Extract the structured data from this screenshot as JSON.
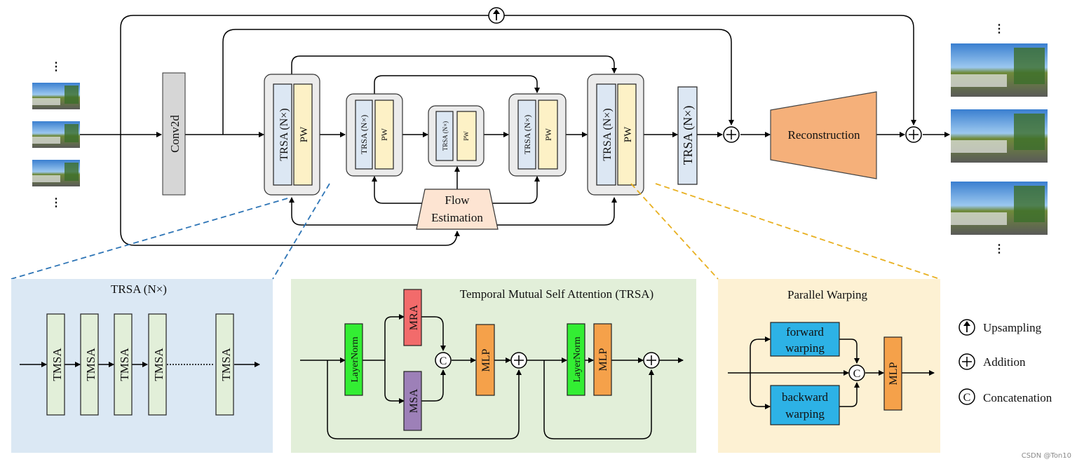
{
  "main": {
    "conv": "Conv2d",
    "trsa_n": "TRSA (N×)",
    "trsa_n_tight": "TRSA (N×)",
    "pw": "PW",
    "flow_line1": "Flow",
    "flow_line2": "Estimation",
    "reconstruction": "Reconstruction",
    "ellipsis": "⋮"
  },
  "panels": {
    "trsa": {
      "title": "TRSA (N×)",
      "block": "TMSA"
    },
    "tmsa": {
      "title": "Temporal Mutual Self Attention (TRSA)",
      "layernorm": "LayerNorm",
      "mra": "MRA",
      "msa": "MSA",
      "mlp": "MLP",
      "concat": "C"
    },
    "pw": {
      "title": "Parallel Warping",
      "forward_line1": "forward",
      "forward_line2": "warping",
      "backward_line1": "backward",
      "backward_line2": "warping",
      "mlp": "MLP",
      "concat": "C"
    }
  },
  "legend": {
    "upsampling": "Upsampling",
    "addition": "Addition",
    "concatenation": "Concatenation",
    "concat_symbol": "C"
  },
  "watermark": "CSDN @Ton10",
  "colors": {
    "conv": "#d6d6d6",
    "trsa_block": "#dce7f3",
    "pw_block": "#fdf1c6",
    "container": "#ebebeb",
    "flow": "#fde4d2",
    "reconstruction": "#f5b07a",
    "panel_trsa": "#dbe8f4",
    "panel_tmsa": "#e2efd9",
    "panel_pw": "#fdf1d3",
    "tmsa_block": "#e2efd9",
    "layernorm": "#33ee33",
    "mra": "#f26b6b",
    "msa": "#9d80b8",
    "mlp": "#f5a14a",
    "warp": "#2db2e6",
    "dash_blue": "#2e75b6",
    "dash_orange": "#e8b020"
  }
}
